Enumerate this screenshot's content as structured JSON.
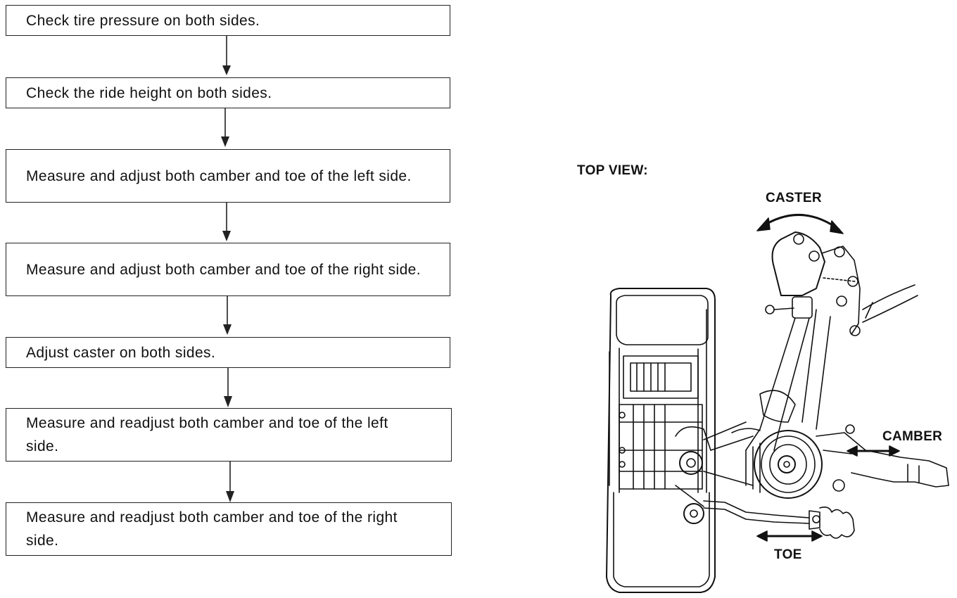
{
  "procedure": {
    "steps": [
      {
        "text": "Check tire pressure on both sides."
      },
      {
        "text": "Check the ride height on both sides."
      },
      {
        "text": "Measure and adjust both camber and toe of the left side."
      },
      {
        "text": "Measure and adjust both camber and toe of the right side."
      },
      {
        "text": "Adjust caster on both sides."
      },
      {
        "text": "Measure and readjust both camber and toe of the left side."
      },
      {
        "text": "Measure and readjust both camber and toe of the right side."
      }
    ]
  },
  "illustration": {
    "view_label": "TOP VIEW:",
    "caster_label": "CASTER",
    "camber_label": "CAMBER",
    "toe_label": "TOE"
  },
  "colors": {
    "ink": "#111111",
    "paper": "#ffffff"
  }
}
